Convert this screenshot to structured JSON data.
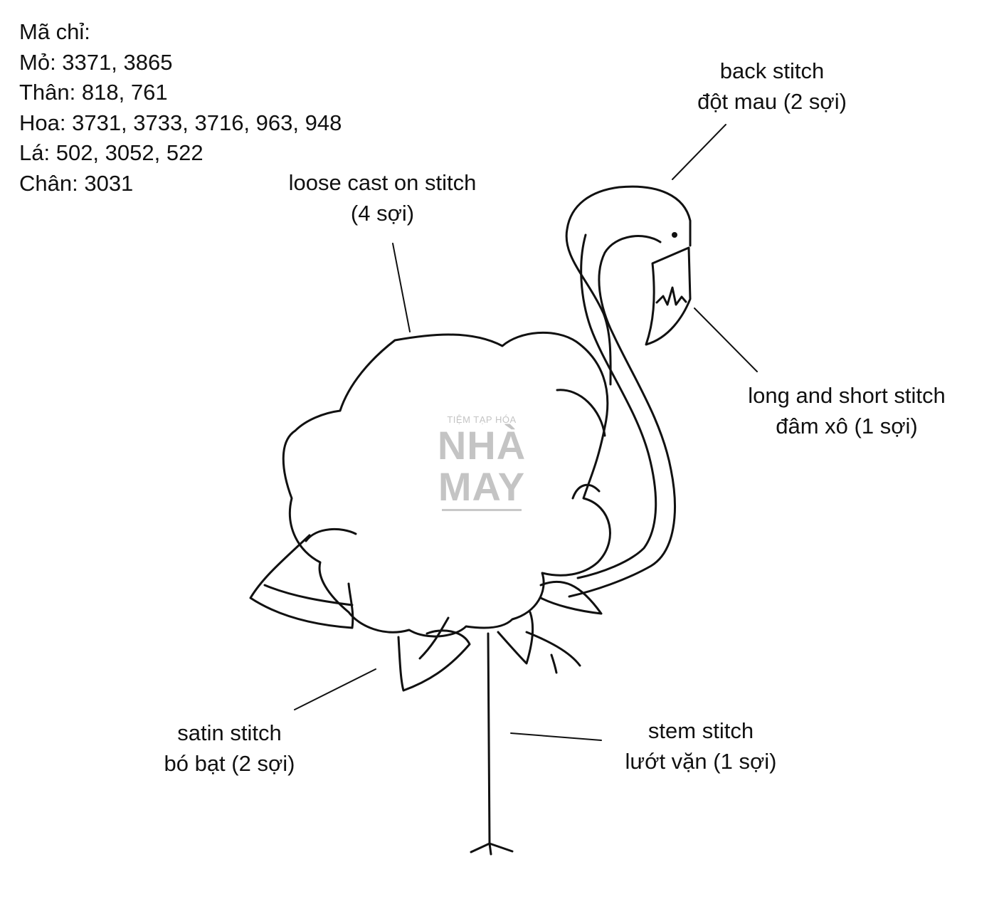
{
  "thread_codes": {
    "heading": "Mã chỉ:",
    "lines": [
      "Mỏ: 3371, 3865",
      "Thân: 818, 761",
      "Hoa: 3731, 3733, 3716, 963, 948",
      "Lá: 502, 3052, 522",
      "Chân: 3031"
    ]
  },
  "labels": {
    "back_stitch": {
      "line1": "back stitch",
      "line2": "đột mau (2 sợi)"
    },
    "loose_cast_on": {
      "line1": "loose cast on stitch",
      "line2": "(4 sợi)"
    },
    "long_short": {
      "line1": "long and short stitch",
      "line2": "đâm xô (1 sợi)"
    },
    "satin": {
      "line1": "satin stitch",
      "line2": "bó bạt (2 sợi)"
    },
    "stem": {
      "line1": "stem stitch",
      "line2": "lướt vặn (1 sợi)"
    }
  },
  "watermark": {
    "small": "TIỆM TẠP HÓA",
    "line1": "NHÀ",
    "line2": "MAY"
  },
  "colors": {
    "ink": "#111111",
    "watermark": "#c4c4c4",
    "background": "#ffffff"
  }
}
